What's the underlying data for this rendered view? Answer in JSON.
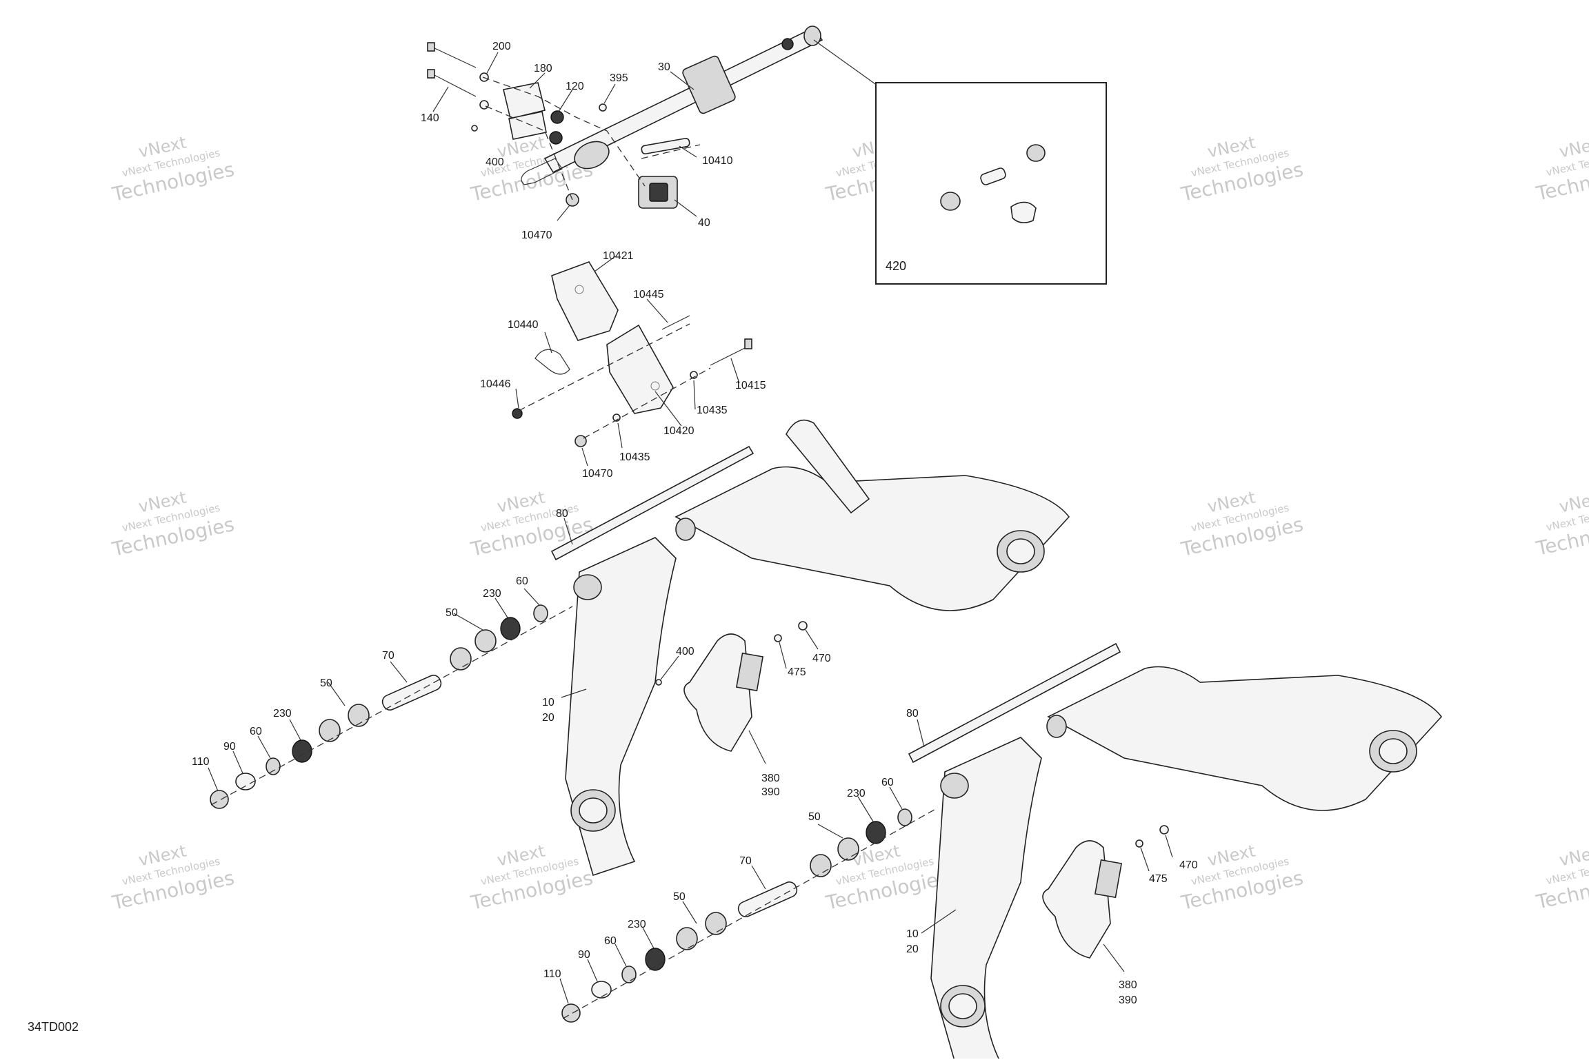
{
  "diagram": {
    "code": "34TD002",
    "watermark_line1": "vNext",
    "watermark_line2": "vNext Technologies",
    "watermark_line3": "Technologies",
    "detail_box_label": "420",
    "callouts": {
      "p200": "200",
      "p180": "180",
      "p120": "120",
      "p395": "395",
      "p30": "30",
      "p140": "140",
      "p400a": "400",
      "p10410": "10410",
      "p40": "40",
      "p10470a": "10470",
      "p10421": "10421",
      "p10445": "10445",
      "p10440": "10440",
      "p10415": "10415",
      "p10446": "10446",
      "p10435a": "10435",
      "p10420": "10420",
      "p10435b": "10435",
      "p10470b": "10470",
      "u80": "80",
      "u60a": "60",
      "u230a": "230",
      "u50a": "50",
      "u70": "70",
      "u50b": "50",
      "u230b": "230",
      "u60b": "60",
      "u90": "90",
      "u110": "110",
      "u400": "400",
      "u10": "10",
      "u20": "20",
      "u475": "475",
      "u470": "470",
      "u380": "380",
      "u390": "390",
      "l80": "80",
      "l230a": "230",
      "l60a": "60",
      "l50a": "50",
      "l70": "70",
      "l50b": "50",
      "l230b": "230",
      "l60b": "60",
      "l90": "90",
      "l110": "110",
      "l10": "10",
      "l20": "20",
      "l470": "470",
      "l475": "475",
      "l380": "380",
      "l390": "390"
    }
  }
}
